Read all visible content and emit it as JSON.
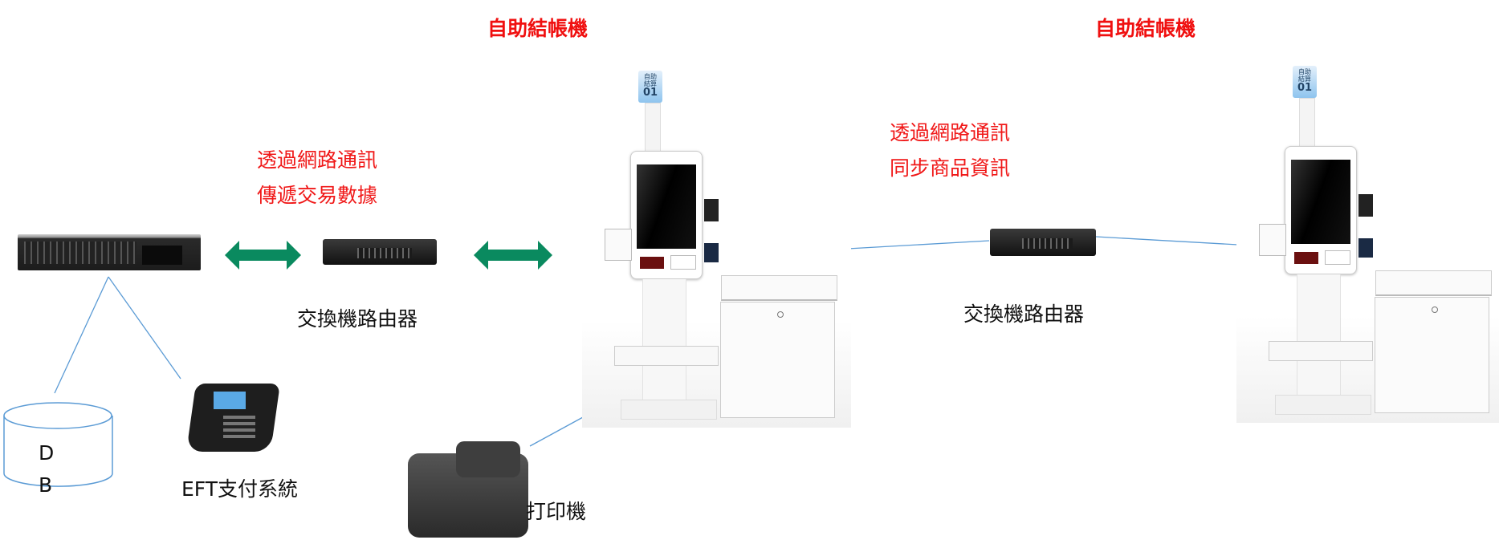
{
  "kiosk_left": {
    "title": "自助結帳機",
    "sign_top": "自助",
    "sign_mid": "結算",
    "sign_num": "01"
  },
  "kiosk_right": {
    "title": "自助結帳機",
    "sign_top": "自助",
    "sign_mid": "結算",
    "sign_num": "01"
  },
  "link_left": {
    "line1": "透過網路通訊",
    "line2": "傳遞交易數據"
  },
  "link_right": {
    "line1": "透過網路通訊",
    "line2": "同步商品資訊"
  },
  "switch_left_label": "交換機路由器",
  "switch_right_label": "交換機路由器",
  "db": {
    "line1": "D",
    "line2": "B"
  },
  "eft_label": "EFT支付系統",
  "printer_label": "打印機",
  "colors": {
    "title": "#f01010",
    "arrow": "#0a8a5f",
    "line": "#5b9bd5"
  }
}
